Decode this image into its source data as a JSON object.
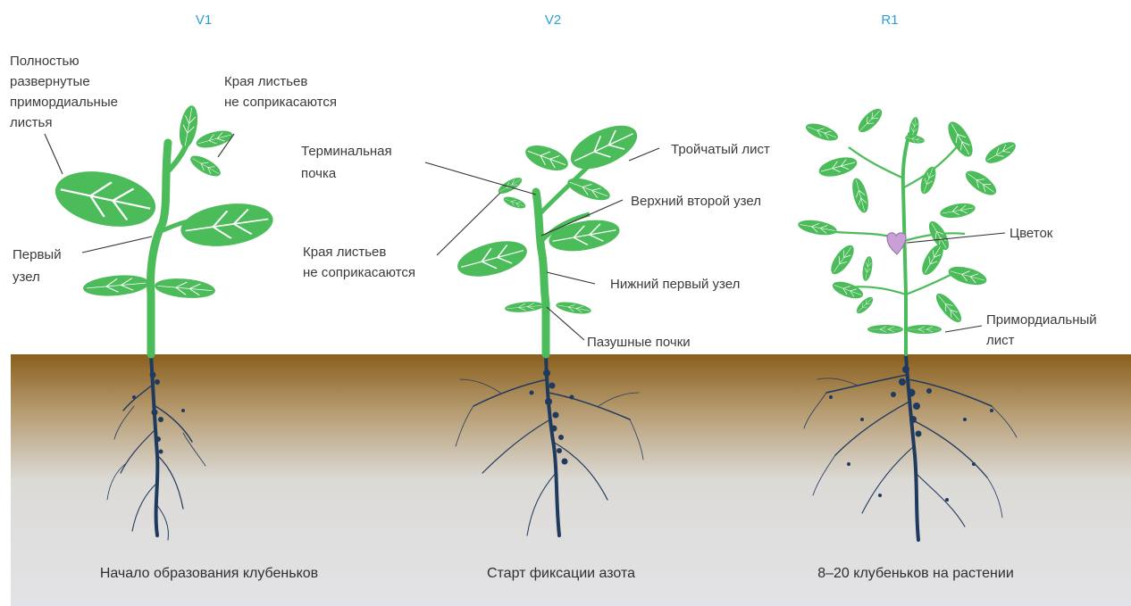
{
  "stages": {
    "v1": "V1",
    "v2": "V2",
    "r1": "R1"
  },
  "labels": {
    "v1_primordial": [
      "Полностью",
      "развернутые",
      "примордиальные",
      "листья"
    ],
    "v1_edges": [
      "Края листьев",
      "не соприкасаются"
    ],
    "v1_first_node": [
      "Первый",
      "узел"
    ],
    "v2_terminal_bud": [
      "Терминальная",
      "почка"
    ],
    "v2_edges": [
      "Края листьев",
      "не соприкасаются"
    ],
    "v2_trifoliate": "Тройчатый лист",
    "v2_upper_node": "Верхний второй узел",
    "v2_lower_node": "Нижний первый узел",
    "v2_axillary_buds": "Пазушные почки",
    "r1_flower": "Цветок",
    "r1_primordial": [
      "Примордиальный",
      "лист"
    ]
  },
  "captions": {
    "v1": "Начало образования клубеньков",
    "v2": "Старт фиксации азота",
    "r1": "8–20 клубеньков на растении"
  },
  "colors": {
    "leaf": "#4cbb5a",
    "stem": "#4cbb5a",
    "root": "#1f3a5f",
    "soil_top": "#8a5f1c",
    "soil_bottom": "#e2e3e7",
    "flower": "#c9a0d6",
    "stage_label": "#2a9fd6"
  }
}
